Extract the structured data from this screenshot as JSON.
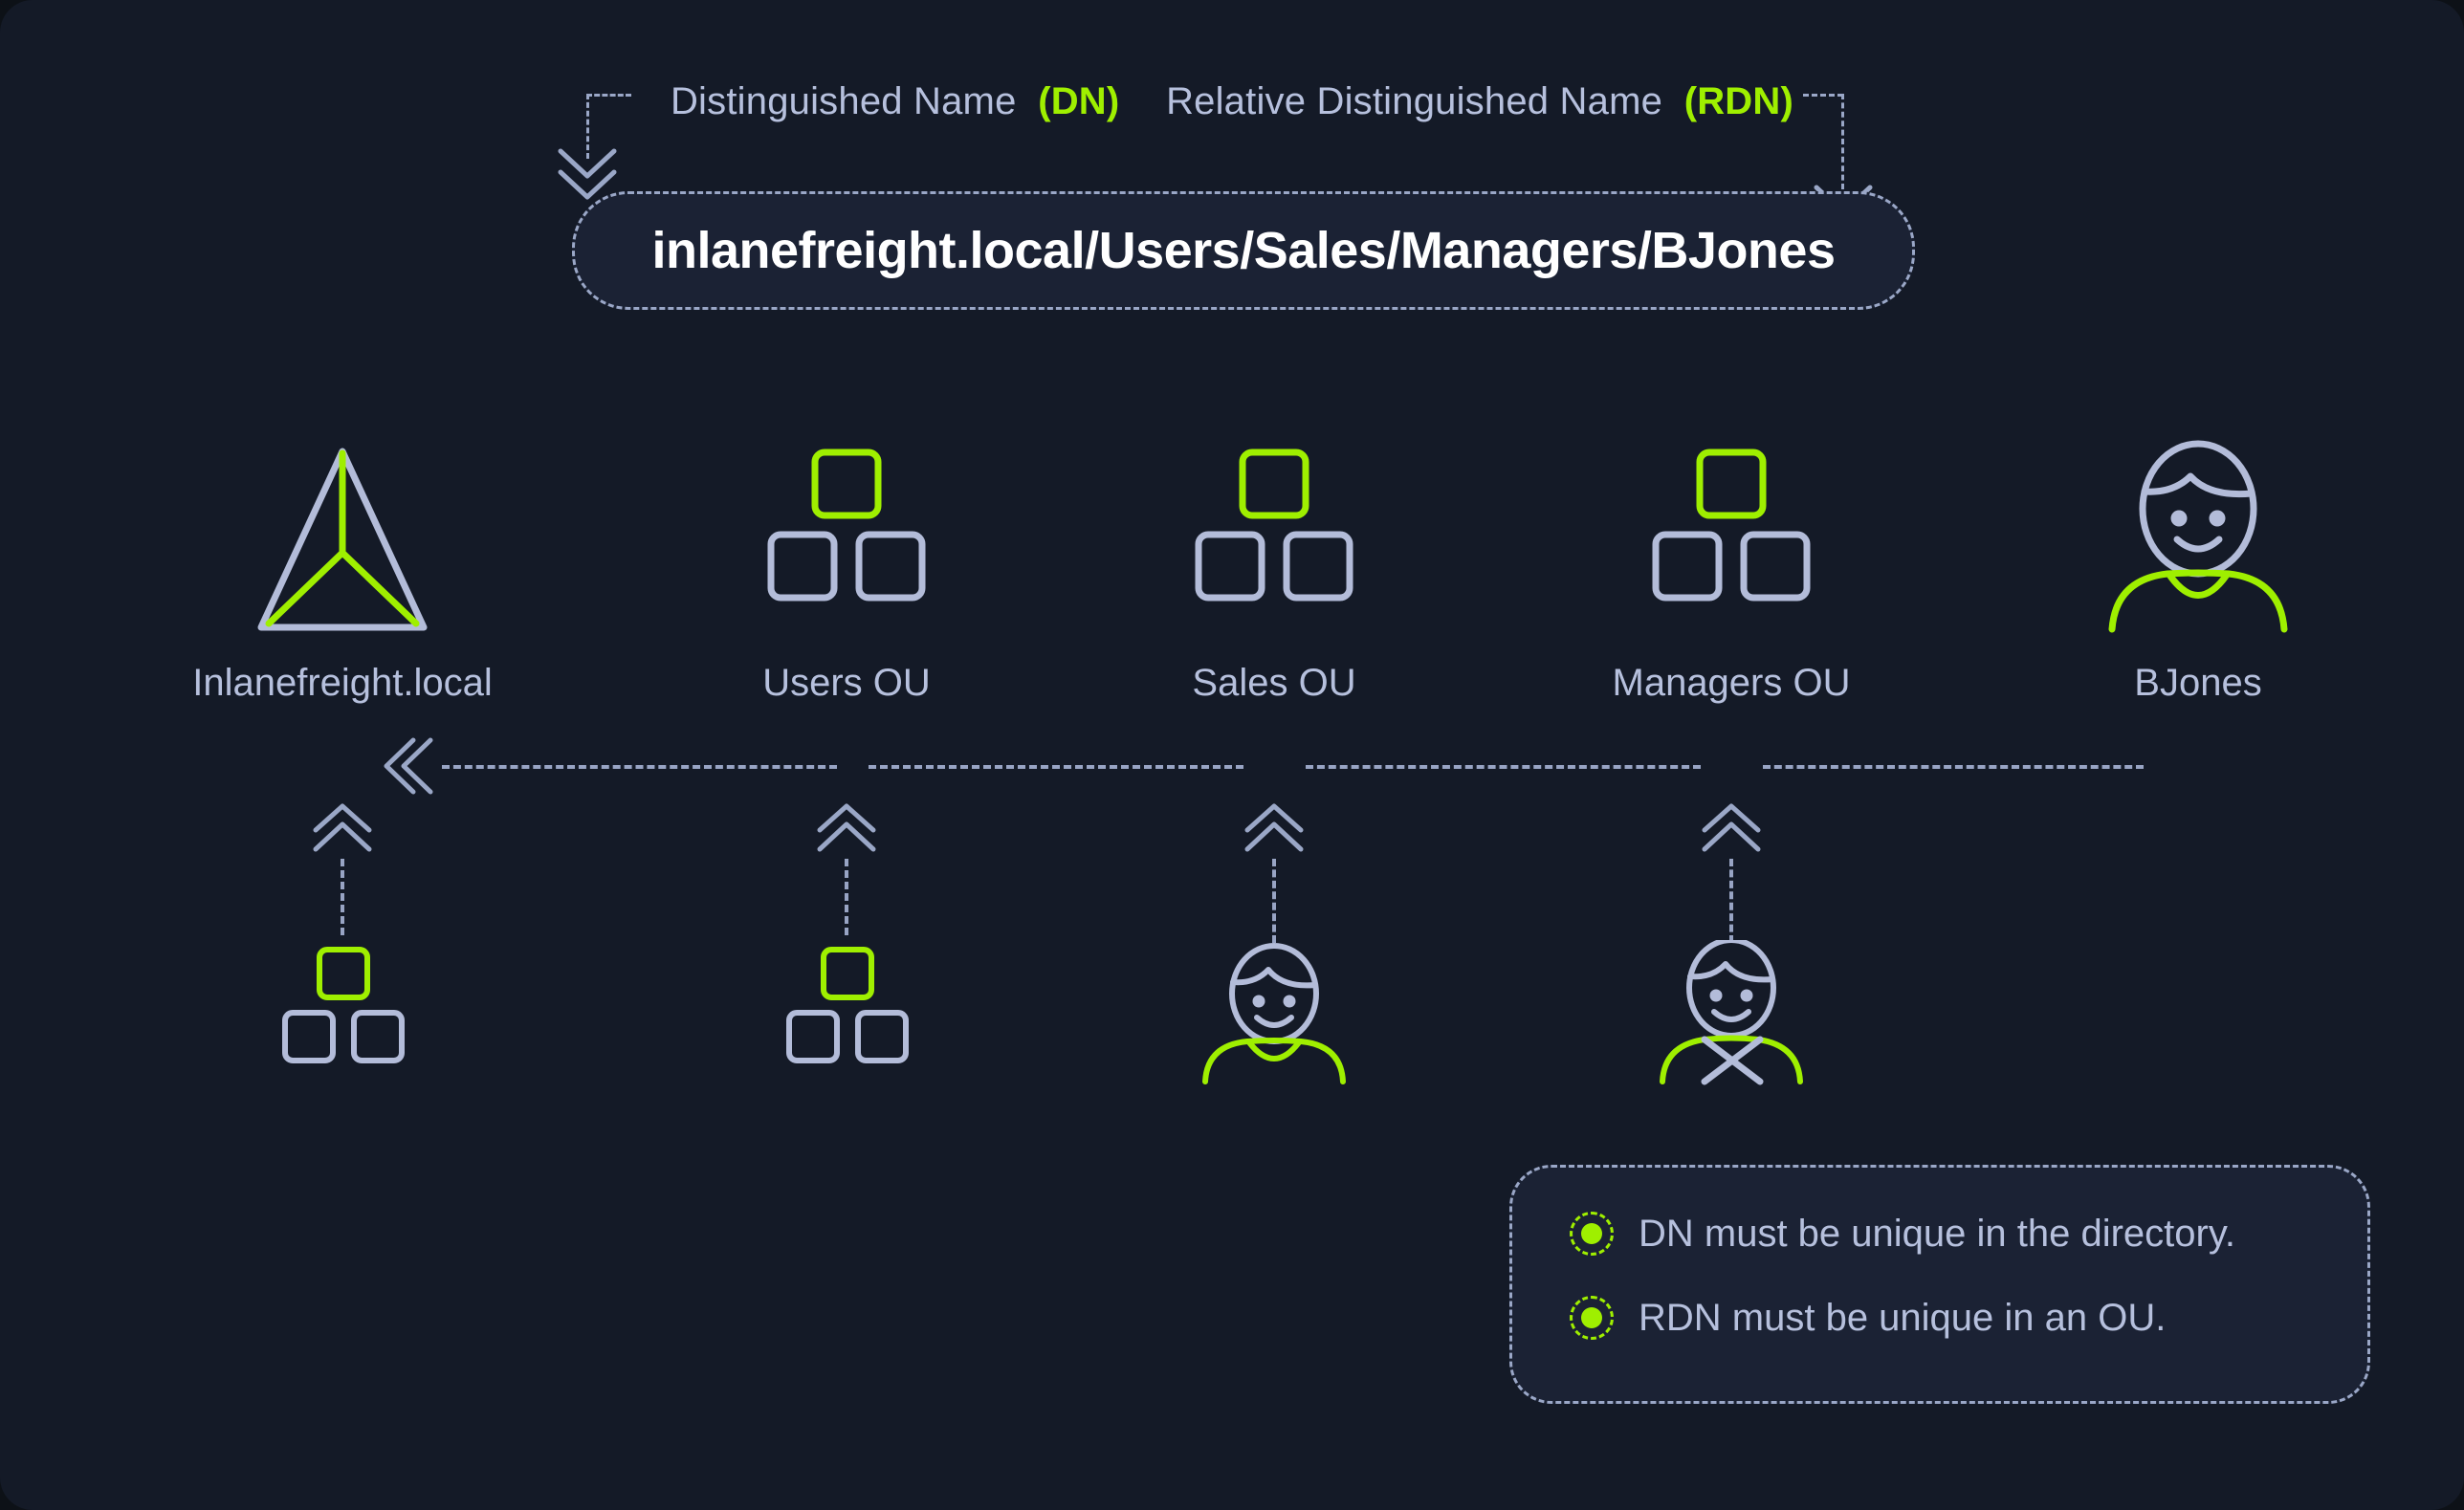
{
  "theme": {
    "page_bg": "#141a27",
    "panel_bg": "#1b2234",
    "accent_green": "#9fef00",
    "accent_green_dark": "#6f9e06",
    "text_muted": "#b6c0dd",
    "line": "#98a4c4",
    "text_strong": "#ffffff"
  },
  "annotation": {
    "dn_label": "Distinguished Name",
    "dn_abbrev": "(DN)",
    "rdn_label": "Relative Distinguished Name",
    "rdn_abbrev": "(RDN)"
  },
  "dn": {
    "value": "inlanefreight.local/Users/Sales/Managers/BJones"
  },
  "nodes": [
    {
      "label": "Inlanefreight.local",
      "icon": "domain-pyramid-icon"
    },
    {
      "label": "Users OU",
      "icon": "ou-blocks-icon"
    },
    {
      "label": "Sales OU",
      "icon": "ou-blocks-icon"
    },
    {
      "label": "Managers OU",
      "icon": "ou-blocks-icon"
    },
    {
      "label": "BJones",
      "icon": "user-person-icon"
    }
  ],
  "children": [
    {
      "parent": "Inlanefreight.local",
      "icon": "ou-blocks-icon"
    },
    {
      "parent": "Users OU",
      "icon": "ou-blocks-icon"
    },
    {
      "parent": "Sales OU",
      "icon": "user-person-icon"
    },
    {
      "parent": "Managers OU",
      "icon": "user-person-crossed-icon"
    }
  ],
  "legend": {
    "items": [
      {
        "text": "DN must be unique in the directory."
      },
      {
        "text": "RDN must be unique in an OU."
      }
    ]
  }
}
